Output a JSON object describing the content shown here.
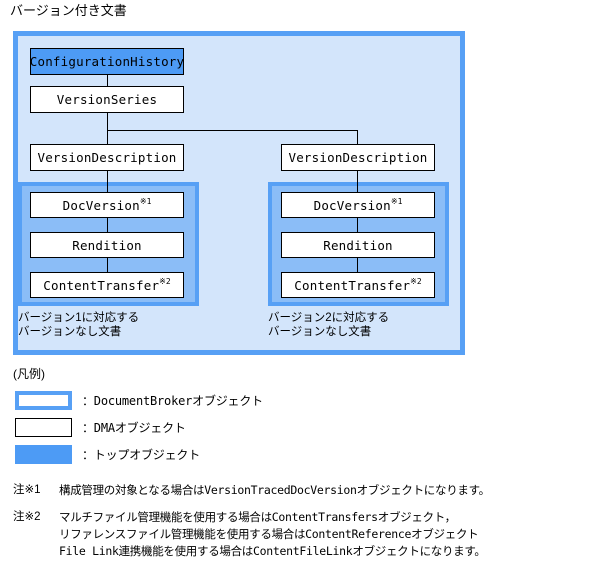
{
  "diagram": {
    "title": "バージョン付き文書"
  },
  "nodes": {
    "configuration_history": "ConfigurationHistory",
    "version_series": "VersionSeries",
    "version_description_1": "VersionDescription",
    "version_description_2": "VersionDescription",
    "doc_version": "DocVersion",
    "doc_version_note": "※1",
    "rendition": "Rendition",
    "content_transfer": "ContentTransfer",
    "content_transfer_note": "※2"
  },
  "groups": [
    {
      "id": "version-group-1",
      "caption": "バージョン1に対応する\nバージョンなし文書"
    },
    {
      "id": "version-group-2",
      "caption": "バージョン2に対応する\nバージョンなし文書"
    }
  ],
  "legend": {
    "title": "(凡例)",
    "items": [
      {
        "swatch": "document-broker-swatch",
        "label": "：DocumentBrokerオブジェクト"
      },
      {
        "swatch": "dma-swatch",
        "label": "：DMAオブジェクト"
      },
      {
        "swatch": "top-object-swatch",
        "label": "：トップオブジェクト"
      }
    ]
  },
  "footnotes": [
    {
      "marker": "注※1",
      "text": "構成管理の対象となる場合はVersionTracedDocVersionオブジェクトになります。"
    },
    {
      "marker": "注※2",
      "text": "マルチファイル管理機能を使用する場合はContentTransfersオブジェクト，\nリファレンスファイル管理機能を使用する場合はContentReferenceオブジェクト\nFile Link連携機能を使用する場合はContentFileLinkオブジェクトになります。"
    }
  ],
  "colors": {
    "accent_blue": "#57a0f5",
    "top_object_blue": "#4d9bf5",
    "container_fill": "#d3e5fb",
    "group_fill": "#8bbdf7"
  }
}
